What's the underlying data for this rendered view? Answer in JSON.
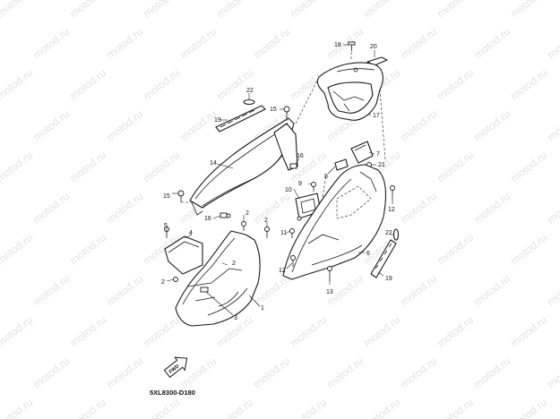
{
  "watermark_text": "motod.ru",
  "part_code": "5XL8300-D180",
  "fwd_label": "FWD",
  "callouts": {
    "c1": "1",
    "c2a": "2",
    "c2b": "2",
    "c2c": "2",
    "c2d": "2",
    "c3": "3",
    "c4": "4",
    "c5": "5",
    "c6": "6",
    "c7": "7",
    "c8": "8",
    "c9": "9",
    "c10": "10",
    "c11": "11",
    "c12a": "12",
    "c12b": "12",
    "c13": "13",
    "c14": "14",
    "c15a": "15",
    "c15b": "15",
    "c16a": "16",
    "c16b": "16",
    "c17": "17",
    "c18": "18",
    "c19a": "19",
    "c19b": "19",
    "c20": "20",
    "c21": "21",
    "c22a": "22",
    "c22b": "22"
  }
}
